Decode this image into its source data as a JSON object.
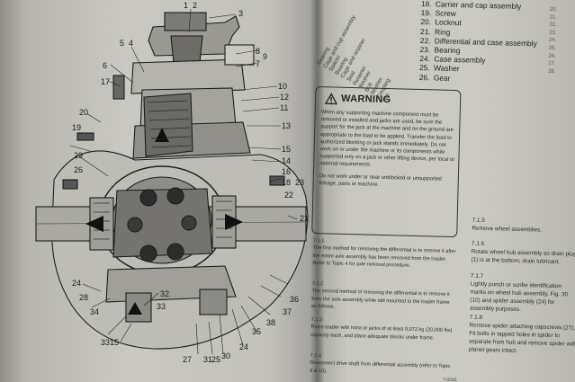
{
  "left_list_rotated": [
    "Nut",
    "Coupling",
    "Washer",
    "Bolt",
    "Washer",
    "Retainer",
    "Seal",
    "Cage and retainer",
    "Bearing",
    "Spacer",
    "Cage and cup assembly",
    "Bearing"
  ],
  "callouts": [
    "1",
    "2",
    "3",
    "4",
    "5",
    "6",
    "7",
    "8",
    "9",
    "10",
    "11",
    "12",
    "13",
    "14",
    "15",
    "16",
    "17",
    "18",
    "19",
    "20",
    "21",
    "22",
    "23",
    "24",
    "25",
    "26",
    "27",
    "28",
    "29",
    "30",
    "31",
    "32",
    "33",
    "34",
    "35",
    "36",
    "37",
    "38"
  ],
  "parts": [
    {
      "num": "18.",
      "label": "Carrier and cap assembly"
    },
    {
      "num": "19.",
      "label": "Screw"
    },
    {
      "num": "20.",
      "label": "Locknut"
    },
    {
      "num": "21.",
      "label": "Ring"
    },
    {
      "num": "22.",
      "label": "Differential and case assembly"
    },
    {
      "num": "23.",
      "label": "Bearing"
    },
    {
      "num": "24.",
      "label": "Case assembly"
    },
    {
      "num": "25.",
      "label": "Washer"
    },
    {
      "num": "26.",
      "label": "Gear"
    }
  ],
  "warning": {
    "title": "WARNING",
    "p1": "When any supporting machine component must be removed or installed and jacks are used, be sure the support for the jack at the machine and on the ground are appropriate to the load to be applied. Transfer the load to authorized blocking or jack stands immediately. Do not work on or under the machine or its components while supported only on a jack or other lifting device, per local or national requirements.",
    "p2": "Do not work under or near unblocked or unsupported linkage, parts or machine."
  },
  "paras": [
    {
      "head": "7.1.1",
      "text": "The first method for removing the differential is to remove it after the entire axle assembly has been removed from the loader. Refer to Topic 4 for axle removal procedure."
    },
    {
      "head": "7.1.2",
      "text": "The second method of removing the differential is to remove it from the axle assembly while still mounted to the loader frame as follows."
    },
    {
      "head": "7.1.3",
      "text": "Raise loader with hoist or jacks of at least 9,072 kg (20,000 lbs) capacity each, and place adequate blocks under frame."
    },
    {
      "head": "7.1.4",
      "text": "Disconnect drive shaft from differential assembly (refer to Topic 9 & 10)."
    }
  ],
  "right_col": [
    {
      "head": "7.1.5",
      "text": "Remove wheel assemblies."
    },
    {
      "head": "7.1.6",
      "text": "Rotate wheel hub assembly so drain plug (1) is at the bottom; drain lubricant."
    },
    {
      "head": "7.1.7",
      "text": "Lightly punch or scribe identification marks on wheel hub assembly, Fig. 30 (10) and spider assembly (24) for assembly purposes."
    },
    {
      "head": "7.1.8",
      "text": "Remove spider attaching capscrews (27). Fit bolts in tapped holes in spider to separate from hub and remove spider with planet gears intact."
    }
  ],
  "edge_text": [
    "20.",
    "21.",
    "22.",
    "23.",
    "24.",
    "25.",
    "26.",
    "27.",
    "28."
  ],
  "page_number": "7-0000"
}
